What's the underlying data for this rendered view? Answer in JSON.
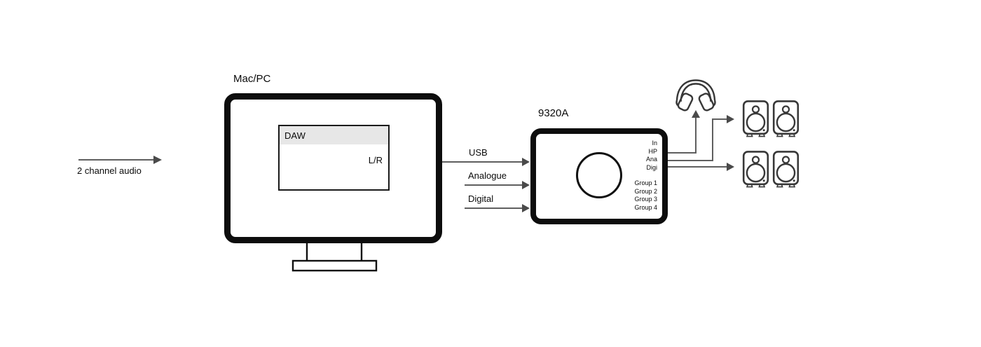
{
  "diagram": {
    "source": {
      "label": "2 channel audio"
    },
    "computer": {
      "title": "Mac/PC",
      "window_title": "DAW",
      "output_label": "L/R"
    },
    "inputs": {
      "usb": "USB",
      "analogue": "Analogue",
      "digital": "Digital"
    },
    "device": {
      "title": "9320A",
      "io_labels": [
        "In",
        "HP",
        "Ana",
        "Digi"
      ],
      "group_labels": [
        "Group 1",
        "Group 2",
        "Group 3",
        "Group 4"
      ]
    },
    "icons": {
      "headphones": "headphones-icon",
      "speaker": "speaker-icon",
      "knob": "knob-circle",
      "arrow": "arrow-right"
    },
    "colors": {
      "background": "#ffffff",
      "text": "#0a0a0a",
      "line": "#5f5f5f",
      "arrowhead": "#4a4a4a",
      "box_border": "#0d0d0d",
      "daw_titlebar_bg": "#e7e7e7",
      "icon_stroke": "#383838"
    }
  }
}
